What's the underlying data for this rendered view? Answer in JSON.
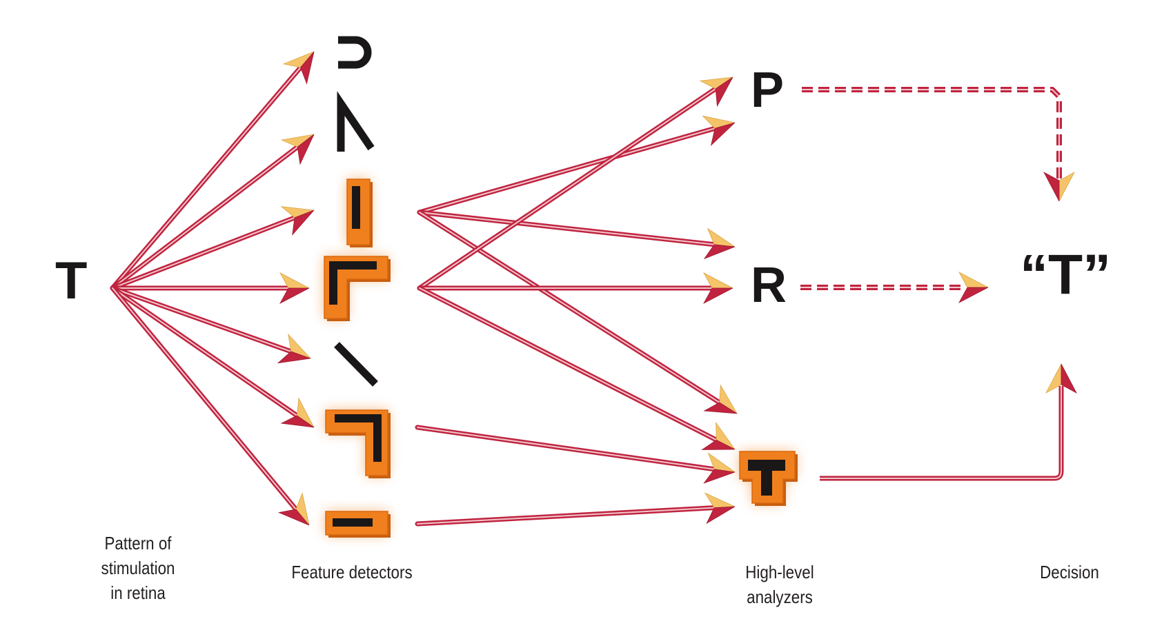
{
  "diagram": {
    "title": "Feature detection model of letter recognition",
    "stimulus": {
      "letter": "T",
      "label": "Pattern of stimulation in retina",
      "label_lines": [
        "Pattern of",
        "stimulation",
        "in retina"
      ]
    },
    "stages": {
      "feature_detectors": {
        "label": "Feature detectors"
      },
      "high_level_analyzers": {
        "label_lines": [
          "High-level",
          "analyzers"
        ]
      },
      "decision": {
        "label": "Decision",
        "output": "“T”"
      }
    },
    "feature_detectors": [
      {
        "id": "curve",
        "feature": "right curve",
        "active": false
      },
      {
        "id": "angle",
        "feature": "vertical with diagonal",
        "active": false
      },
      {
        "id": "vertical",
        "feature": "vertical line",
        "active": true
      },
      {
        "id": "corner-tl",
        "feature": "top-left corner",
        "active": true
      },
      {
        "id": "diagonal",
        "feature": "diagonal line",
        "active": false
      },
      {
        "id": "corner-tr",
        "feature": "top-right corner",
        "active": true
      },
      {
        "id": "horizontal",
        "feature": "horizontal line",
        "active": true
      }
    ],
    "analyzers": [
      {
        "id": "P",
        "letter": "P",
        "active": false
      },
      {
        "id": "R",
        "letter": "R",
        "active": false
      },
      {
        "id": "T",
        "letter": "T",
        "active": true
      }
    ],
    "connections": {
      "stimulus_to_features": [
        "curve",
        "angle",
        "vertical",
        "corner-tl",
        "diagonal",
        "corner-tr",
        "horizontal"
      ],
      "features_to_analyzers": [
        {
          "from": "vertical",
          "to": "P"
        },
        {
          "from": "vertical",
          "to": "R"
        },
        {
          "from": "vertical",
          "to": "T"
        },
        {
          "from": "corner-tl",
          "to": "P"
        },
        {
          "from": "corner-tl",
          "to": "R"
        },
        {
          "from": "corner-tl",
          "to": "T"
        },
        {
          "from": "corner-tr",
          "to": "T"
        },
        {
          "from": "horizontal",
          "to": "T"
        }
      ],
      "analyzers_to_decision": [
        {
          "from": "P",
          "style": "dashed"
        },
        {
          "from": "R",
          "style": "dashed"
        },
        {
          "from": "T",
          "style": "solid"
        }
      ]
    },
    "colors": {
      "arrow": "#c0243f",
      "arrowhead_light": "#f5c46a",
      "active_box": "#f07f1e",
      "glyph": "#1a1718"
    }
  }
}
